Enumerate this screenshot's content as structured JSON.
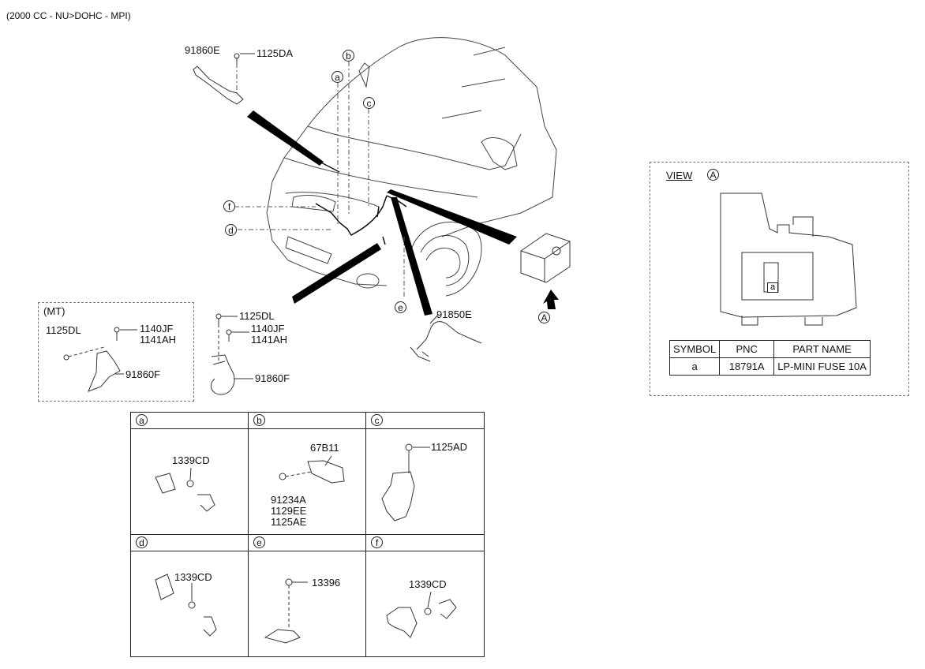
{
  "header": "(2000 CC - NU>DOHC - MPI)",
  "main_labels": {
    "p91860E": "91860E",
    "p1125DA": "1125DA",
    "p1125DL": "1125DL",
    "p1140JF": "1140JF",
    "p1141AH": "1141AH",
    "p91860F": "91860F",
    "p91850E": "91850E"
  },
  "callouts": {
    "a": "a",
    "b": "b",
    "c": "c",
    "d": "d",
    "e": "e",
    "f": "f",
    "A": "A"
  },
  "mt_box": {
    "title": "(MT)",
    "p1125DL": "1125DL",
    "p1140JF": "1140JF",
    "p1141AH": "1141AH",
    "p91860F": "91860F"
  },
  "view": {
    "title": "VIEW",
    "marker": "A",
    "fuse_tag": "a",
    "table": {
      "headers": [
        "SYMBOL",
        "PNC",
        "PART NAME"
      ],
      "rows": [
        [
          "a",
          "18791A",
          "LP-MINI FUSE 10A"
        ]
      ]
    }
  },
  "grid": {
    "a": {
      "tag": "a",
      "parts": [
        "1339CD"
      ]
    },
    "b": {
      "tag": "b",
      "parts": [
        "67B11",
        "91234A",
        "1129EE",
        "1125AE"
      ]
    },
    "c": {
      "tag": "c",
      "parts": [
        "1125AD"
      ]
    },
    "d": {
      "tag": "d",
      "parts": [
        "1339CD"
      ]
    },
    "e": {
      "tag": "e",
      "parts": [
        "13396"
      ]
    },
    "f": {
      "tag": "f",
      "parts": [
        "1339CD"
      ]
    }
  }
}
